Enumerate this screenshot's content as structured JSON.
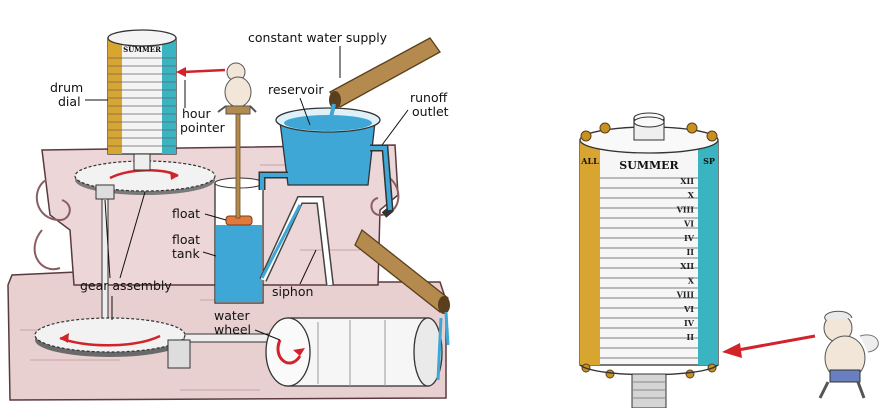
{
  "labels": {
    "constant_water_supply": "constant water supply",
    "drum_dial_1": "drum",
    "drum_dial_2": "dial",
    "hour_pointer_1": "hour",
    "hour_pointer_2": "pointer",
    "reservoir": "reservoir",
    "runoff_outlet_1": "runoff",
    "runoff_outlet_2": "outlet",
    "float": "float",
    "float_tank_1": "float",
    "float_tank_2": "tank",
    "gear_assembly": "gear assembly",
    "siphon": "siphon",
    "water_wheel_1": "water",
    "water_wheel_2": "wheel"
  },
  "drum": {
    "season_title": "SUMMER",
    "left_strip_text": "ALL",
    "right_strip_text": "SP",
    "hour_marks": [
      "XII",
      "X",
      "VIII",
      "VI",
      "IV",
      "II",
      "XII",
      "X",
      "VIII",
      "VI",
      "IV",
      "II"
    ]
  },
  "colors": {
    "water": "#3fa7d6",
    "stone": "#e8cfd0",
    "stone_shadow": "#b98f93",
    "wood": "#b58a4f",
    "gold_strip": "#d9a531",
    "teal_strip": "#3bb4c1",
    "pointer_red": "#d2232a"
  }
}
